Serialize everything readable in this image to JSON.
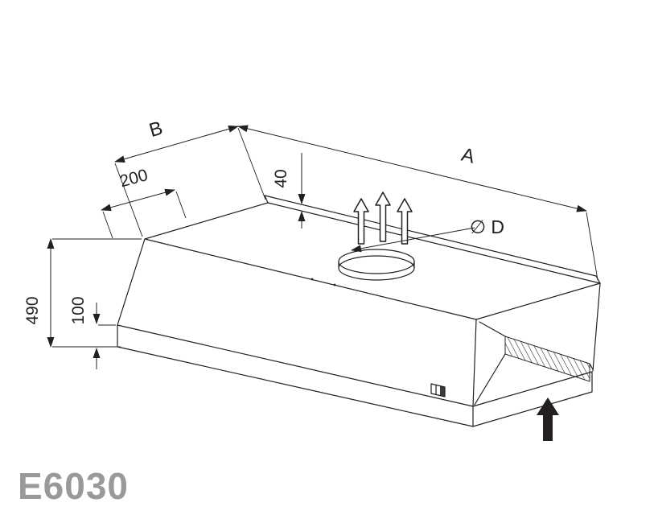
{
  "page": {
    "background": "#ffffff"
  },
  "drawing": {
    "model": "E6030",
    "labels": {
      "dim_b": "B",
      "dim_a": "A",
      "dim_200": "200",
      "dim_40": "40",
      "dim_490": "490",
      "dim_100": "100",
      "duct_diameter": "∅ D"
    },
    "icons": {
      "exhaust_air": "up-arrow-outline",
      "intake_air": "up-arrow-solid",
      "diameter_symbol": "∅"
    },
    "colors": {
      "line": "#231f20",
      "model_text": "#97999b",
      "background": "#ffffff"
    }
  }
}
